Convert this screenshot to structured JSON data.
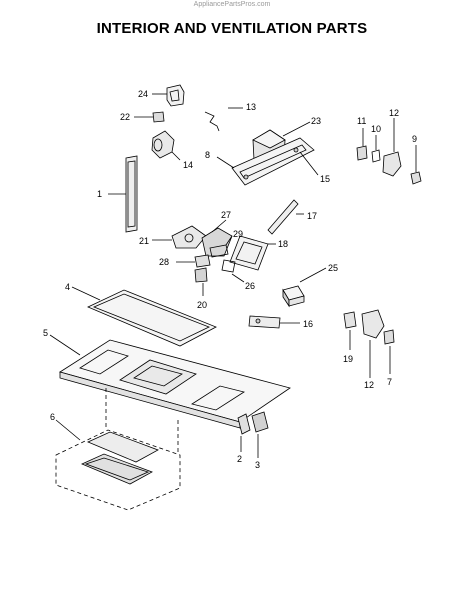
{
  "header": {
    "watermark": "AppliancePartsPros.com",
    "title": "INTERIOR AND VENTILATION PARTS"
  },
  "callouts": [
    {
      "id": "1",
      "label": "1"
    },
    {
      "id": "2",
      "label": "2"
    },
    {
      "id": "3",
      "label": "3"
    },
    {
      "id": "4",
      "label": "4"
    },
    {
      "id": "5",
      "label": "5"
    },
    {
      "id": "6",
      "label": "6"
    },
    {
      "id": "7",
      "label": "7"
    },
    {
      "id": "8",
      "label": "8"
    },
    {
      "id": "9",
      "label": "9"
    },
    {
      "id": "10",
      "label": "10"
    },
    {
      "id": "11",
      "label": "11"
    },
    {
      "id": "12a",
      "label": "12"
    },
    {
      "id": "12b",
      "label": "12"
    },
    {
      "id": "13",
      "label": "13"
    },
    {
      "id": "14",
      "label": "14"
    },
    {
      "id": "15",
      "label": "15"
    },
    {
      "id": "16",
      "label": "16"
    },
    {
      "id": "17",
      "label": "17"
    },
    {
      "id": "18",
      "label": "18"
    },
    {
      "id": "19",
      "label": "19"
    },
    {
      "id": "20",
      "label": "20"
    },
    {
      "id": "21",
      "label": "21"
    },
    {
      "id": "22",
      "label": "22"
    },
    {
      "id": "23",
      "label": "23"
    },
    {
      "id": "24",
      "label": "24"
    },
    {
      "id": "25",
      "label": "25"
    },
    {
      "id": "26",
      "label": "26"
    },
    {
      "id": "27",
      "label": "27"
    },
    {
      "id": "28",
      "label": "28"
    },
    {
      "id": "29",
      "label": "29"
    }
  ]
}
